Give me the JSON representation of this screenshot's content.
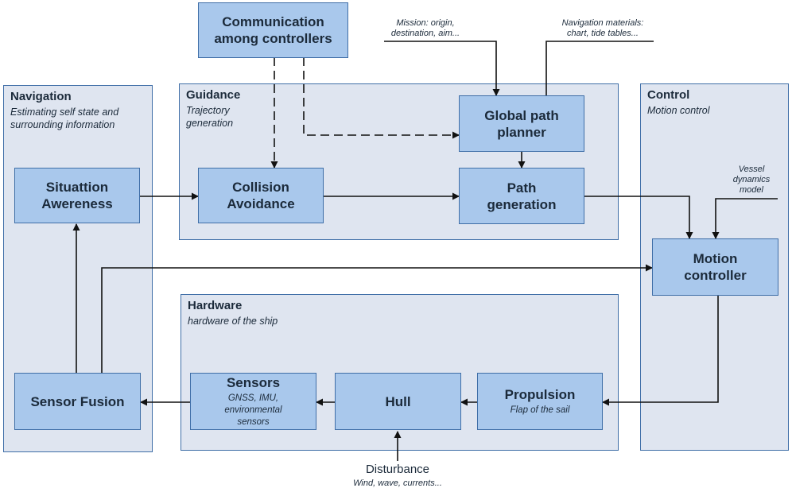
{
  "groups": {
    "navigation": {
      "title": "Navigation",
      "subtitle": "Estimating self state and\nsurrounding information"
    },
    "guidance": {
      "title": "Guidance",
      "subtitle": "Trajectory\ngeneration"
    },
    "control": {
      "title": "Control",
      "subtitle": "Motion control"
    },
    "hardware": {
      "title": "Hardware",
      "subtitle": "hardware of the ship"
    }
  },
  "boxes": {
    "communication": {
      "label": "Communication\namong controllers"
    },
    "situation_awareness": {
      "label": "Situattion\nAwereness"
    },
    "collision_avoidance": {
      "label": "Collision\nAvoidance"
    },
    "global_path_planner": {
      "label": "Global path\nplanner"
    },
    "path_generation": {
      "label": "Path\ngeneration"
    },
    "motion_controller": {
      "label": "Motion\ncontroller"
    },
    "sensor_fusion": {
      "label": "Sensor Fusion"
    },
    "sensors": {
      "label": "Sensors",
      "sub": "GNSS, IMU,\nenvironmental\nsensors"
    },
    "hull": {
      "label": "Hull"
    },
    "propulsion": {
      "label": "Propulsion",
      "sub": "Flap of the sail"
    }
  },
  "notes": {
    "mission": "Mission: origin,\ndestination, aim...",
    "navigation_materials": "Navigation materials:\nchart, tide tables...",
    "vessel_dynamics": "Vessel\ndynamics\nmodel",
    "disturbance": "Disturbance",
    "disturbance_sub": "Wind, wave, currents..."
  },
  "colors": {
    "group_fill": "#dfe5f0",
    "box_fill": "#a9c8ec",
    "border": "#3f6ea7",
    "line": "#111111"
  }
}
